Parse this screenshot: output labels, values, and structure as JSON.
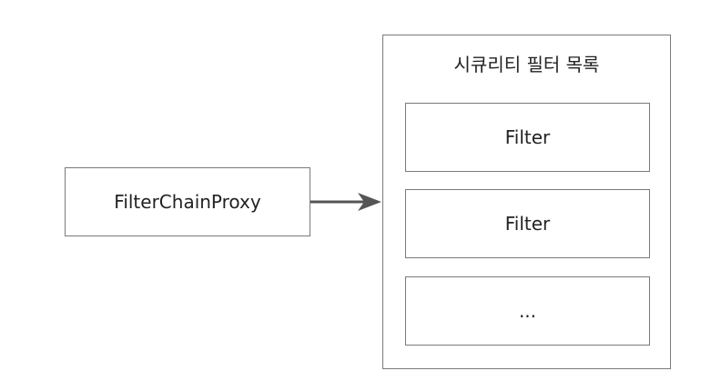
{
  "diagram": {
    "proxy": {
      "label": "FilterChainProxy"
    },
    "filter_list": {
      "title": "시큐리티 필터 목록",
      "items": [
        "Filter",
        "Filter",
        "..."
      ]
    },
    "arrow_color": "#555555",
    "border_color": "#7a7a7a"
  }
}
